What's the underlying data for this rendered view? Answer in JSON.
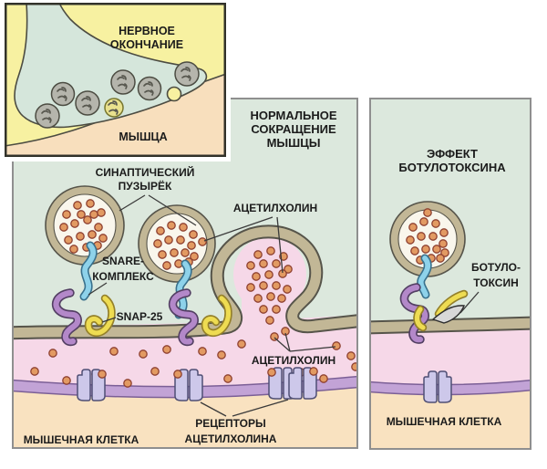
{
  "inset": {
    "nerve_ending_lines": [
      "НЕРВНОЕ",
      "ОКОНЧАНИЕ"
    ],
    "muscle": "МЫШЦА"
  },
  "main_panel": {
    "title_lines": [
      "НОРМАЛЬНОЕ",
      "СОКРАЩЕНИЕ",
      "МЫШЦЫ"
    ],
    "synaptic_vesicle_lines": [
      "СИНАПТИЧЕСКИЙ",
      "ПУЗЫРЁК"
    ],
    "acetylcholine_top": "АЦЕТИЛХОЛИН",
    "snare_lines": [
      "SNARE-",
      "КОМПЛЕКС"
    ],
    "snap25": "SNAP-25",
    "acetylcholine_bottom": "АЦЕТИЛХОЛИН",
    "receptors_lines": [
      "РЕЦЕПТОРЫ",
      "АЦЕТИЛХОЛИНА"
    ],
    "muscle_cell": "МЫШЕЧНАЯ КЛЕТКА"
  },
  "right_panel": {
    "title_lines": [
      "ЭФФЕКТ",
      "БОТУЛОТОКСИНА"
    ],
    "botulinum_toxin_lines": [
      "БОТУЛО-",
      "ТОКСИН"
    ],
    "muscle_cell": "МЫШЕЧНАЯ КЛЕТКА"
  },
  "colors": {
    "panel_green": "#dce8dd",
    "inset_yellow": "#f7f1a1",
    "synaptic_cleft_pink": "#f6d8e8",
    "muscle_peach": "#f9e2c0",
    "membrane_tan": "#c2b796",
    "muscle_membrane_purple": "#c2a3d6",
    "acetylcholine_orange": "#e29a62",
    "receptor_lavender": "#cdc8ea",
    "snare_blue": "#8ed2ea",
    "snap25_yellow": "#eedc52",
    "syntaxin_purple": "#b388c9"
  }
}
